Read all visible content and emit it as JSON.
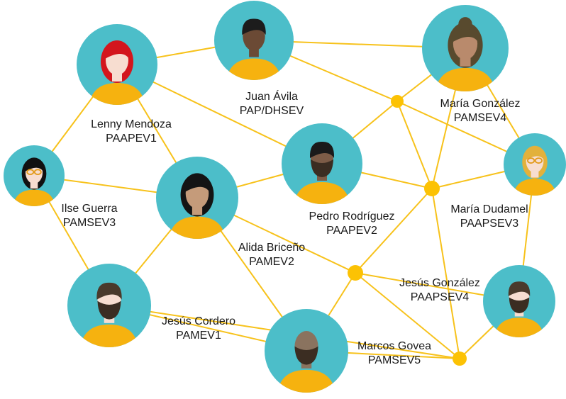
{
  "people": [
    {
      "id": "lenny",
      "name": "Lenny Mendoza",
      "code": "PAAPEV1",
      "hair": "red-long",
      "skin": "#f7ddd0",
      "glasses": false,
      "beard": false
    },
    {
      "id": "juan",
      "name": "Juan Ávila",
      "code": "PAP/DHSEV",
      "hair": "black-short",
      "skin": "#6b4a35",
      "glasses": false,
      "beard": false
    },
    {
      "id": "maria-gonzalez",
      "name": "María González",
      "code": "PAMSEV4",
      "hair": "brown-bun",
      "skin": "#b98a6c",
      "glasses": false,
      "beard": false
    },
    {
      "id": "ilse",
      "name": "Ilse Guerra",
      "code": "PAMSEV3",
      "hair": "black-bob",
      "skin": "#f7ddd0",
      "glasses": true,
      "beard": false
    },
    {
      "id": "pedro",
      "name": "Pedro Rodríguez",
      "code": "PAAPEV2",
      "hair": "black-curly",
      "skin": "#7d5c47",
      "glasses": false,
      "beard": true
    },
    {
      "id": "maria-dudamel",
      "name": "María Dudamel",
      "code": "PAAPSEV3",
      "hair": "blonde-bob",
      "skin": "#f7ddd0",
      "glasses": true,
      "beard": false
    },
    {
      "id": "alida",
      "name": "Alida Briceño",
      "code": "PAMEV2",
      "hair": "black-long",
      "skin": "#c59b7a",
      "glasses": false,
      "beard": false
    },
    {
      "id": "jesus-cordero",
      "name": "Jesús Cordero",
      "code": "PAMEV1",
      "hair": "brown-short",
      "skin": "#f7ddd0",
      "glasses": false,
      "beard": true
    },
    {
      "id": "jesus-gonzalez",
      "name": "Jesús González",
      "code": "PAAPSEV4",
      "hair": "brown-short",
      "skin": "#f7ddd0",
      "glasses": false,
      "beard": true
    },
    {
      "id": "marcos",
      "name": "Marcos Govea",
      "code": "PAMSEV5",
      "hair": "bald",
      "skin": "#8a735f",
      "glasses": false,
      "beard": true
    }
  ],
  "hubs": [
    "hub-a",
    "hub-b",
    "hub-c",
    "hub-d"
  ],
  "edges": [
    [
      "lenny",
      "juan"
    ],
    [
      "juan",
      "maria-gonzalez"
    ],
    [
      "lenny",
      "ilse"
    ],
    [
      "lenny",
      "alida"
    ],
    [
      "lenny",
      "pedro"
    ],
    [
      "juan",
      "hub-a"
    ],
    [
      "maria-gonzalez",
      "hub-a"
    ],
    [
      "maria-gonzalez",
      "hub-b"
    ],
    [
      "maria-gonzalez",
      "maria-dudamel"
    ],
    [
      "hub-a",
      "pedro"
    ],
    [
      "hub-a",
      "hub-b"
    ],
    [
      "hub-a",
      "maria-dudamel"
    ],
    [
      "ilse",
      "alida"
    ],
    [
      "ilse",
      "jesus-cordero"
    ],
    [
      "alida",
      "pedro"
    ],
    [
      "alida",
      "jesus-cordero"
    ],
    [
      "alida",
      "marcos"
    ],
    [
      "alida",
      "hub-c"
    ],
    [
      "pedro",
      "hub-b"
    ],
    [
      "hub-b",
      "maria-dudamel"
    ],
    [
      "hub-b",
      "hub-c"
    ],
    [
      "hub-b",
      "hub-d"
    ],
    [
      "hub-c",
      "marcos"
    ],
    [
      "hub-c",
      "jesus-gonzalez"
    ],
    [
      "hub-c",
      "hub-d"
    ],
    [
      "jesus-cordero",
      "marcos"
    ],
    [
      "marcos",
      "hub-d"
    ],
    [
      "hub-d",
      "jesus-gonzalez"
    ],
    [
      "maria-dudamel",
      "jesus-gonzalez"
    ],
    [
      "jesus-cordero",
      "hub-d"
    ]
  ],
  "colors": {
    "line": "#f7c21b",
    "hub": "#fcc204",
    "circle": "#4cbec9",
    "shirt": "#f6b20f"
  }
}
